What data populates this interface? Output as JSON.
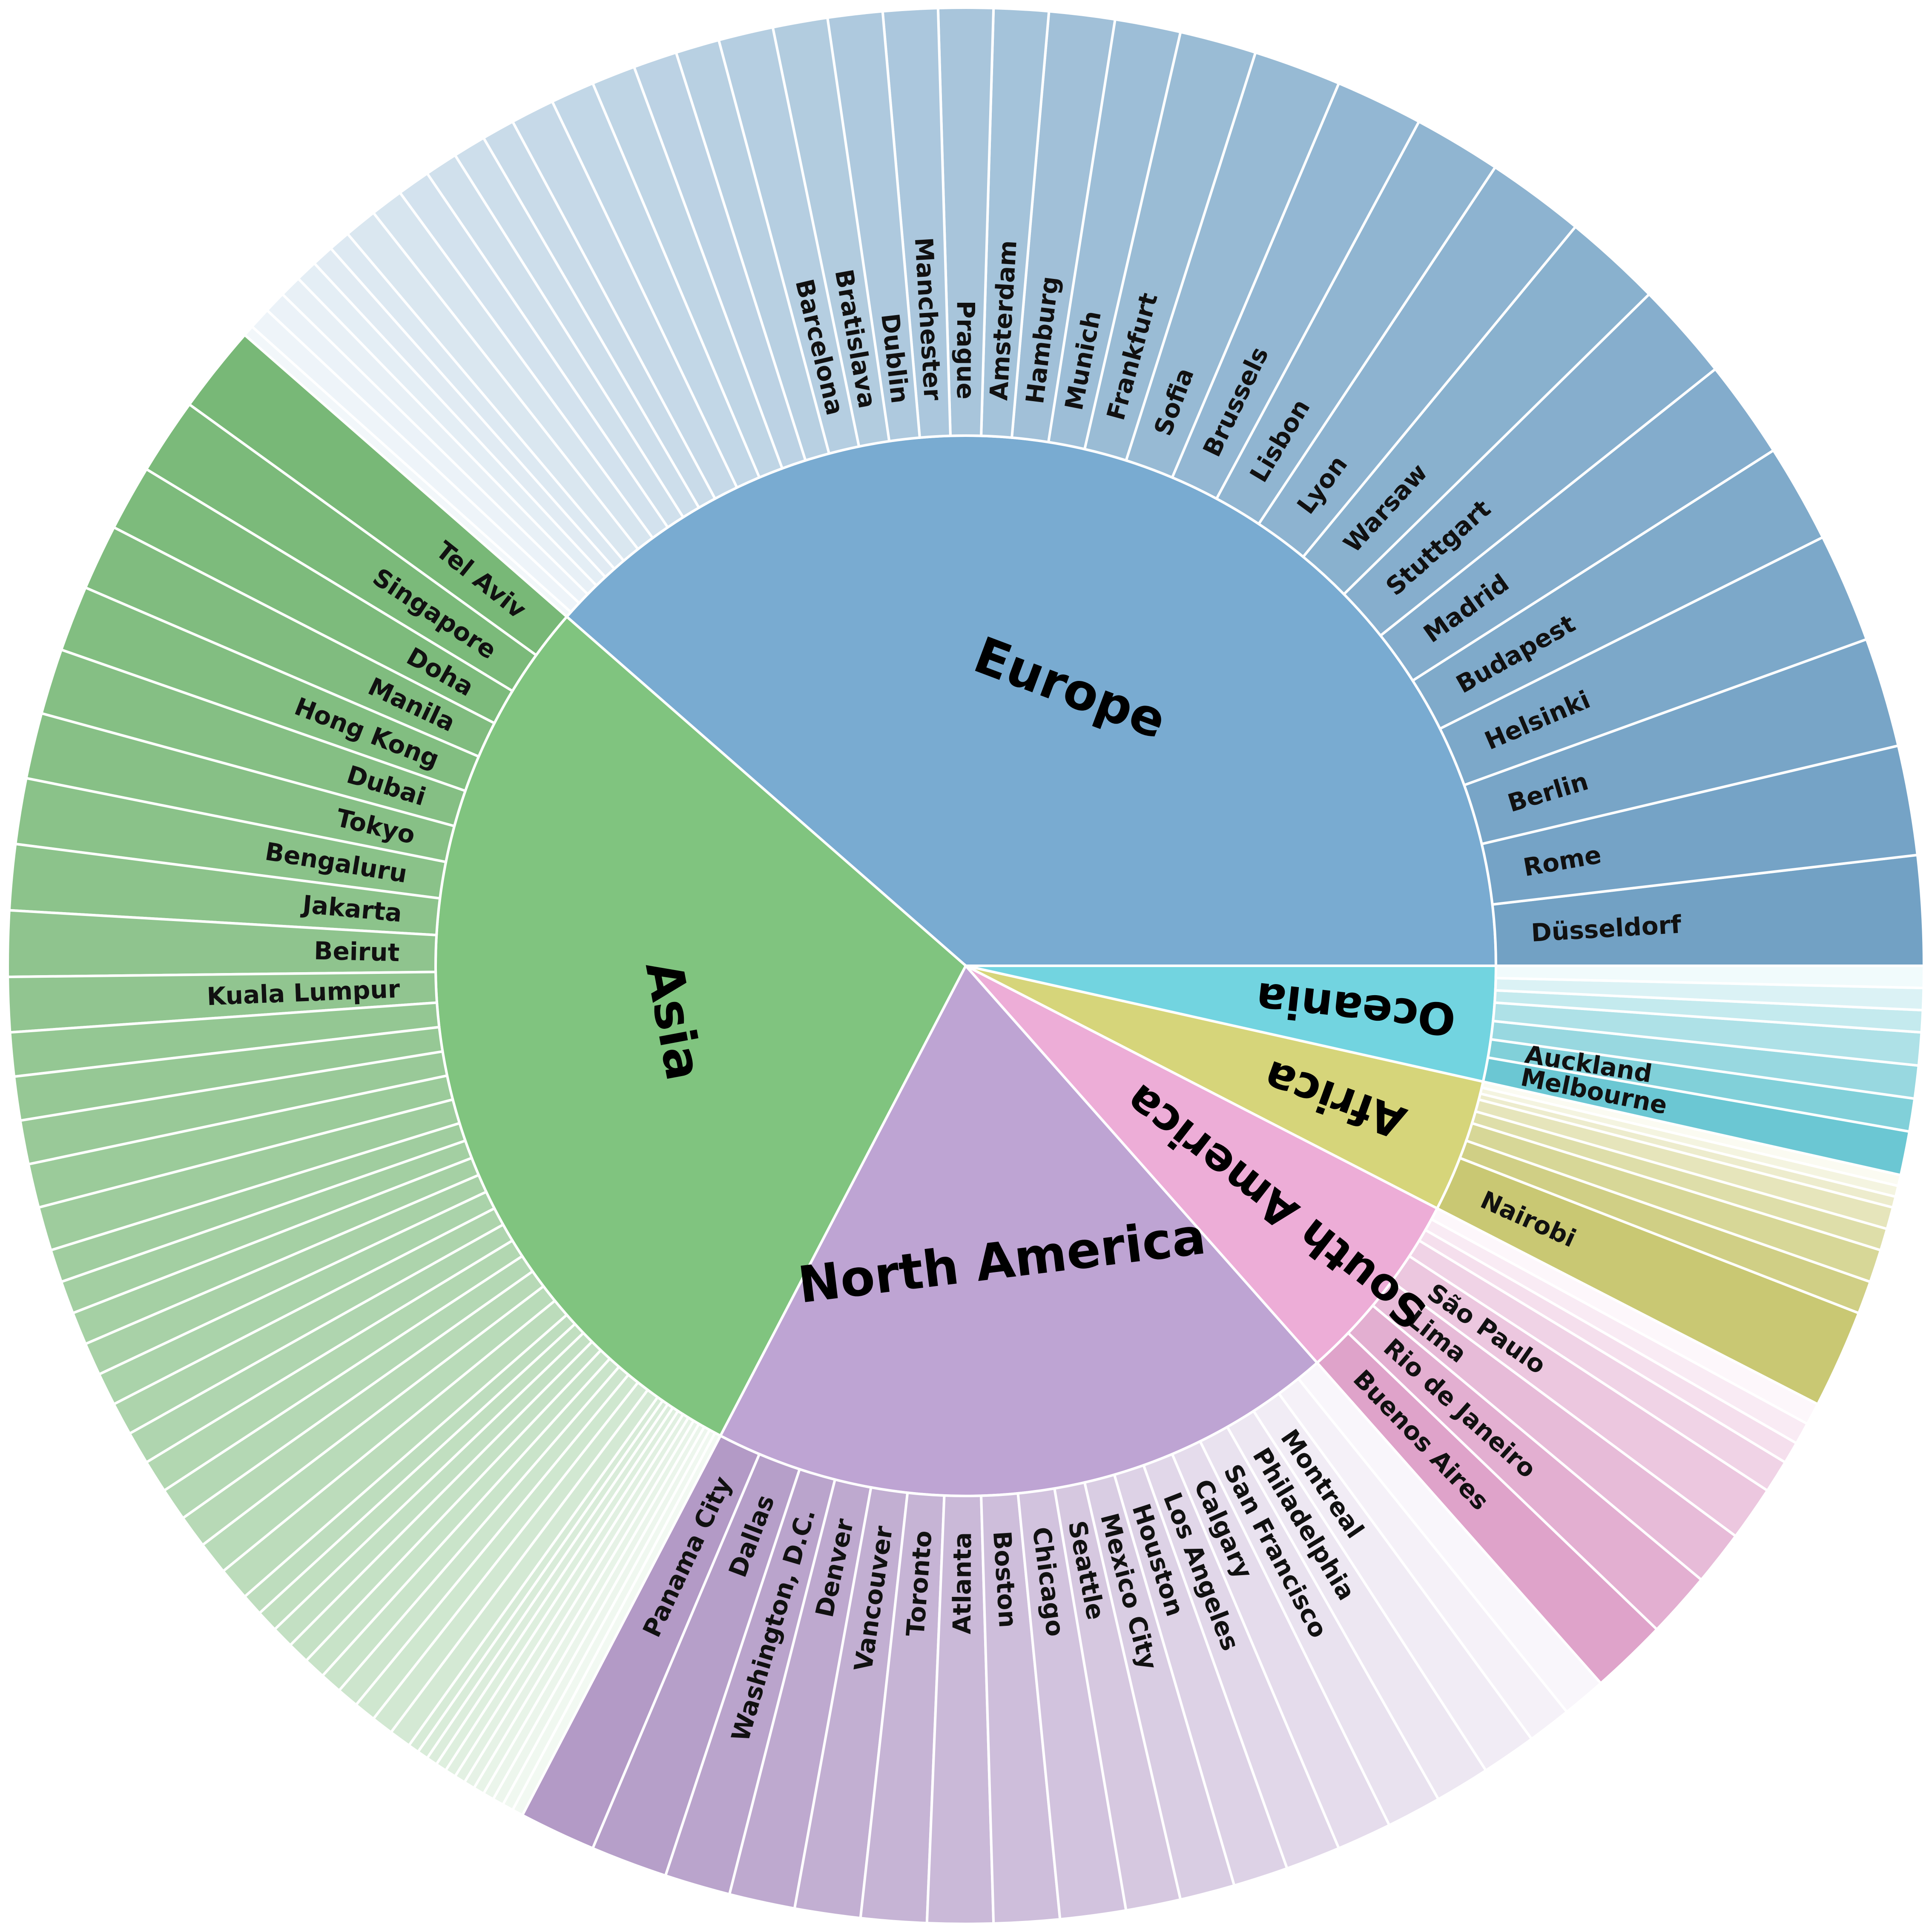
{
  "chart_data": {
    "type": "sunburst",
    "title": "",
    "groups": [
      {
        "name": "Europe",
        "color": "#79abd1",
        "children": [
          {
            "label": "Düsseldorf",
            "value": 10
          },
          {
            "label": "Rome",
            "value": 10
          },
          {
            "label": "Berlin",
            "value": 10
          },
          {
            "label": "Helsinki",
            "value": 10
          },
          {
            "label": "Budapest",
            "value": 9
          },
          {
            "label": "Madrid",
            "value": 9
          },
          {
            "label": "Stuttgart",
            "value": 9
          },
          {
            "label": "Warsaw",
            "value": 9
          },
          {
            "label": "Lyon",
            "value": 9
          },
          {
            "label": "Lisbon",
            "value": 8
          },
          {
            "label": "Brussels",
            "value": 8
          },
          {
            "label": "Sofia",
            "value": 8
          },
          {
            "label": "Frankfurt",
            "value": 7
          },
          {
            "label": "Munich",
            "value": 6
          },
          {
            "label": "Hamburg",
            "value": 6
          },
          {
            "label": "Amsterdam",
            "value": 5
          },
          {
            "label": "Prague",
            "value": 5
          },
          {
            "label": "Manchester",
            "value": 5
          },
          {
            "label": "Dublin",
            "value": 5
          },
          {
            "label": "Bratislava",
            "value": 5
          },
          {
            "label": "Barcelona",
            "value": 5
          },
          {
            "label": "",
            "value": 4
          },
          {
            "label": "",
            "value": 4
          },
          {
            "label": "",
            "value": 4
          },
          {
            "label": "",
            "value": 4
          },
          {
            "label": "",
            "value": 4
          },
          {
            "label": "",
            "value": 3
          },
          {
            "label": "",
            "value": 3
          },
          {
            "label": "",
            "value": 3
          },
          {
            "label": "",
            "value": 3
          },
          {
            "label": "",
            "value": 3
          },
          {
            "label": "",
            "value": 3
          },
          {
            "label": "",
            "value": 2
          },
          {
            "label": "",
            "value": 2
          },
          {
            "label": "",
            "value": 2
          },
          {
            "label": "",
            "value": 2
          },
          {
            "label": "",
            "value": 2
          },
          {
            "label": "",
            "value": 2
          },
          {
            "label": "",
            "value": 1
          }
        ]
      },
      {
        "name": "Asia",
        "color": "#80c47f",
        "children": [
          {
            "label": "Tel Aviv",
            "value": 8
          },
          {
            "label": "Singapore",
            "value": 7
          },
          {
            "label": "Doha",
            "value": 6
          },
          {
            "label": "Manila",
            "value": 6
          },
          {
            "label": "Hong Kong",
            "value": 6
          },
          {
            "label": "Dubai",
            "value": 6
          },
          {
            "label": "Tokyo",
            "value": 6
          },
          {
            "label": "Bengaluru",
            "value": 6
          },
          {
            "label": "Jakarta",
            "value": 6
          },
          {
            "label": "Beirut",
            "value": 6
          },
          {
            "label": "Kuala Lumpur",
            "value": 5
          },
          {
            "label": "",
            "value": 4
          },
          {
            "label": "",
            "value": 4
          },
          {
            "label": "",
            "value": 4
          },
          {
            "label": "",
            "value": 4
          },
          {
            "label": "",
            "value": 4
          },
          {
            "label": "",
            "value": 3
          },
          {
            "label": "",
            "value": 3
          },
          {
            "label": "",
            "value": 3
          },
          {
            "label": "",
            "value": 3
          },
          {
            "label": "",
            "value": 3
          },
          {
            "label": "",
            "value": 3
          },
          {
            "label": "",
            "value": 3
          },
          {
            "label": "",
            "value": 3
          },
          {
            "label": "",
            "value": 3
          },
          {
            "label": "",
            "value": 3
          },
          {
            "label": "",
            "value": 3
          },
          {
            "label": "",
            "value": 3
          },
          {
            "label": "",
            "value": 2
          },
          {
            "label": "",
            "value": 2
          },
          {
            "label": "",
            "value": 2
          },
          {
            "label": "",
            "value": 2
          },
          {
            "label": "",
            "value": 2
          },
          {
            "label": "",
            "value": 2
          },
          {
            "label": "",
            "value": 2
          },
          {
            "label": "",
            "value": 2
          },
          {
            "label": "",
            "value": 2
          },
          {
            "label": "",
            "value": 2
          },
          {
            "label": "",
            "value": 1
          },
          {
            "label": "",
            "value": 1
          },
          {
            "label": "",
            "value": 1
          },
          {
            "label": "",
            "value": 1
          },
          {
            "label": "",
            "value": 1
          },
          {
            "label": "",
            "value": 1
          },
          {
            "label": "",
            "value": 1
          },
          {
            "label": "",
            "value": 1
          },
          {
            "label": "",
            "value": 1
          },
          {
            "label": "",
            "value": 1
          },
          {
            "label": "",
            "value": 1
          },
          {
            "label": "",
            "value": 1
          }
        ]
      },
      {
        "name": "North America",
        "color": "#bea4d3",
        "children": [
          {
            "label": "Panama City",
            "value": 7
          },
          {
            "label": "Dallas",
            "value": 7
          },
          {
            "label": "Washington, D.C.",
            "value": 6
          },
          {
            "label": "Denver",
            "value": 6
          },
          {
            "label": "Vancouver",
            "value": 6
          },
          {
            "label": "Toronto",
            "value": 6
          },
          {
            "label": "Atlanta",
            "value": 6
          },
          {
            "label": "Boston",
            "value": 6
          },
          {
            "label": "Chicago",
            "value": 6
          },
          {
            "label": "Seattle",
            "value": 5
          },
          {
            "label": "Mexico City",
            "value": 5
          },
          {
            "label": "Houston",
            "value": 5
          },
          {
            "label": "Los Angeles",
            "value": 5
          },
          {
            "label": "Calgary",
            "value": 5
          },
          {
            "label": "San Francisco",
            "value": 5
          },
          {
            "label": "Philadelphia",
            "value": 5
          },
          {
            "label": "Montreal",
            "value": 5
          },
          {
            "label": "",
            "value": 4
          },
          {
            "label": "",
            "value": 4
          }
        ]
      },
      {
        "name": "South America",
        "color": "#edadd7",
        "children": [
          {
            "label": "Buenos Aires",
            "value": 7
          },
          {
            "label": "Rio de Janeiro",
            "value": 6
          },
          {
            "label": "Lima",
            "value": 5
          },
          {
            "label": "São Paulo",
            "value": 5
          },
          {
            "label": "",
            "value": 3
          },
          {
            "label": "",
            "value": 2
          },
          {
            "label": "",
            "value": 2
          },
          {
            "label": "",
            "value": 2
          }
        ]
      },
      {
        "name": "Africa",
        "color": "#d6d57a",
        "children": [
          {
            "label": "Nairobi",
            "value": 9
          },
          {
            "label": "",
            "value": 3
          },
          {
            "label": "",
            "value": 3
          },
          {
            "label": "",
            "value": 2
          },
          {
            "label": "",
            "value": 2
          },
          {
            "label": "",
            "value": 1
          },
          {
            "label": "",
            "value": 1
          },
          {
            "label": "",
            "value": 1
          }
        ]
      },
      {
        "name": "Oceania",
        "color": "#72d4e0",
        "children": [
          {
            "label": "Melbourne",
            "value": 4
          },
          {
            "label": "Auckland",
            "value": 3
          },
          {
            "label": "",
            "value": 3
          },
          {
            "label": "",
            "value": 3
          },
          {
            "label": "",
            "value": 2
          },
          {
            "label": "",
            "value": 2
          },
          {
            "label": "",
            "value": 2
          }
        ]
      }
    ],
    "start_angle_deg": 0,
    "direction": "counterclockwise"
  }
}
